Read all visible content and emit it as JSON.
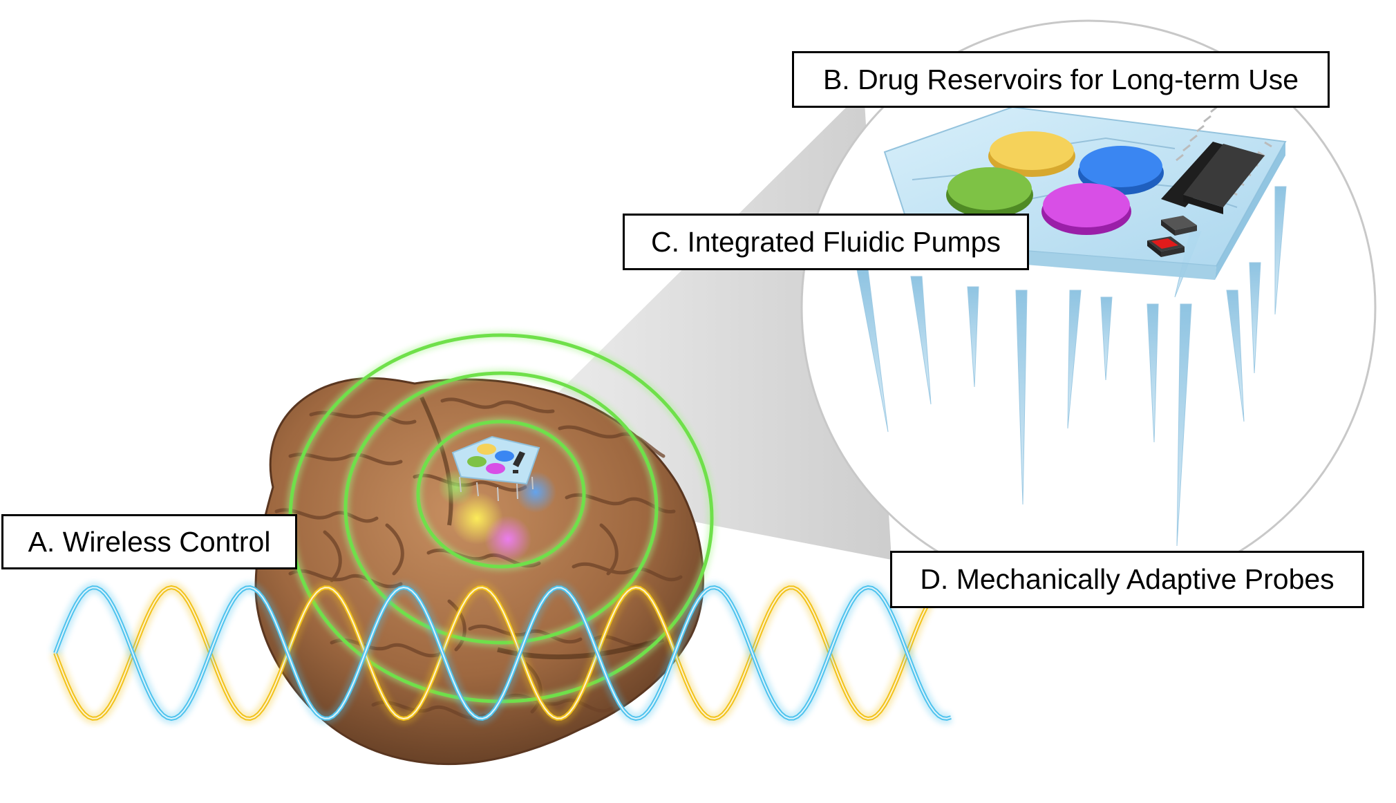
{
  "labels": {
    "a": "A. Wireless Control",
    "b": "B. Drug Reservoirs for Long-term Use",
    "c": "C. Integrated Fluidic Pumps",
    "d": "D. Mechanically Adaptive Probes"
  },
  "colors": {
    "brain": "#a8714a",
    "brain_dark": "#6e4328",
    "wireless_rings": "#6fe04a",
    "wave_yellow": "#f2c21a",
    "wave_blue": "#4fc3ee",
    "device_plate": "#bfe3f5",
    "reservoir_yellow": "#f5d25a",
    "reservoir_blue": "#3a86f2",
    "reservoir_green": "#7ec245",
    "reservoir_magenta": "#d84fe6",
    "chip": "#2e2e2e",
    "pump_red": "#e01b1b"
  }
}
